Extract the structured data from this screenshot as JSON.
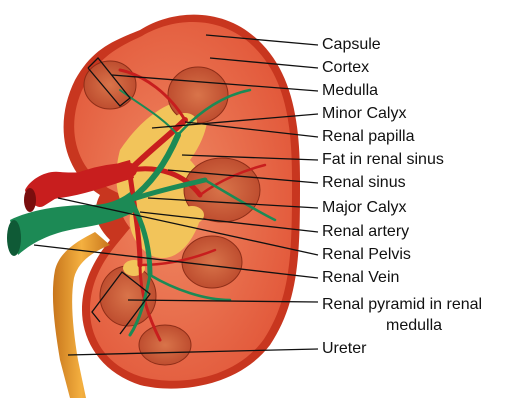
{
  "labels": {
    "capsule": "Capsule",
    "cortex": "Cortex",
    "medulla": "Medulla",
    "minor_calyx": "Minor Calyx",
    "renal_papilla": "Renal papilla",
    "fat_in_renal_sinus": "Fat in renal sinus",
    "renal_sinus": "Renal sinus",
    "major_calyx": "Major Calyx",
    "renal_artery": "Renal artery",
    "renal_pelvis": "Renal Pelvis",
    "renal_vein": "Renal Vein",
    "renal_pyramid_line1": "Renal pyramid in renal",
    "renal_pyramid_line2": "medulla",
    "ureter": "Ureter"
  },
  "colors": {
    "capsule": "#c8361f",
    "cortex": "#e86a4a",
    "medulla": "#c9462c",
    "pyramid": "#b84a2c",
    "fat": "#f2c45a",
    "artery": "#c81e1e",
    "vein": "#1c8a55",
    "ureter": "#e89a2a"
  }
}
